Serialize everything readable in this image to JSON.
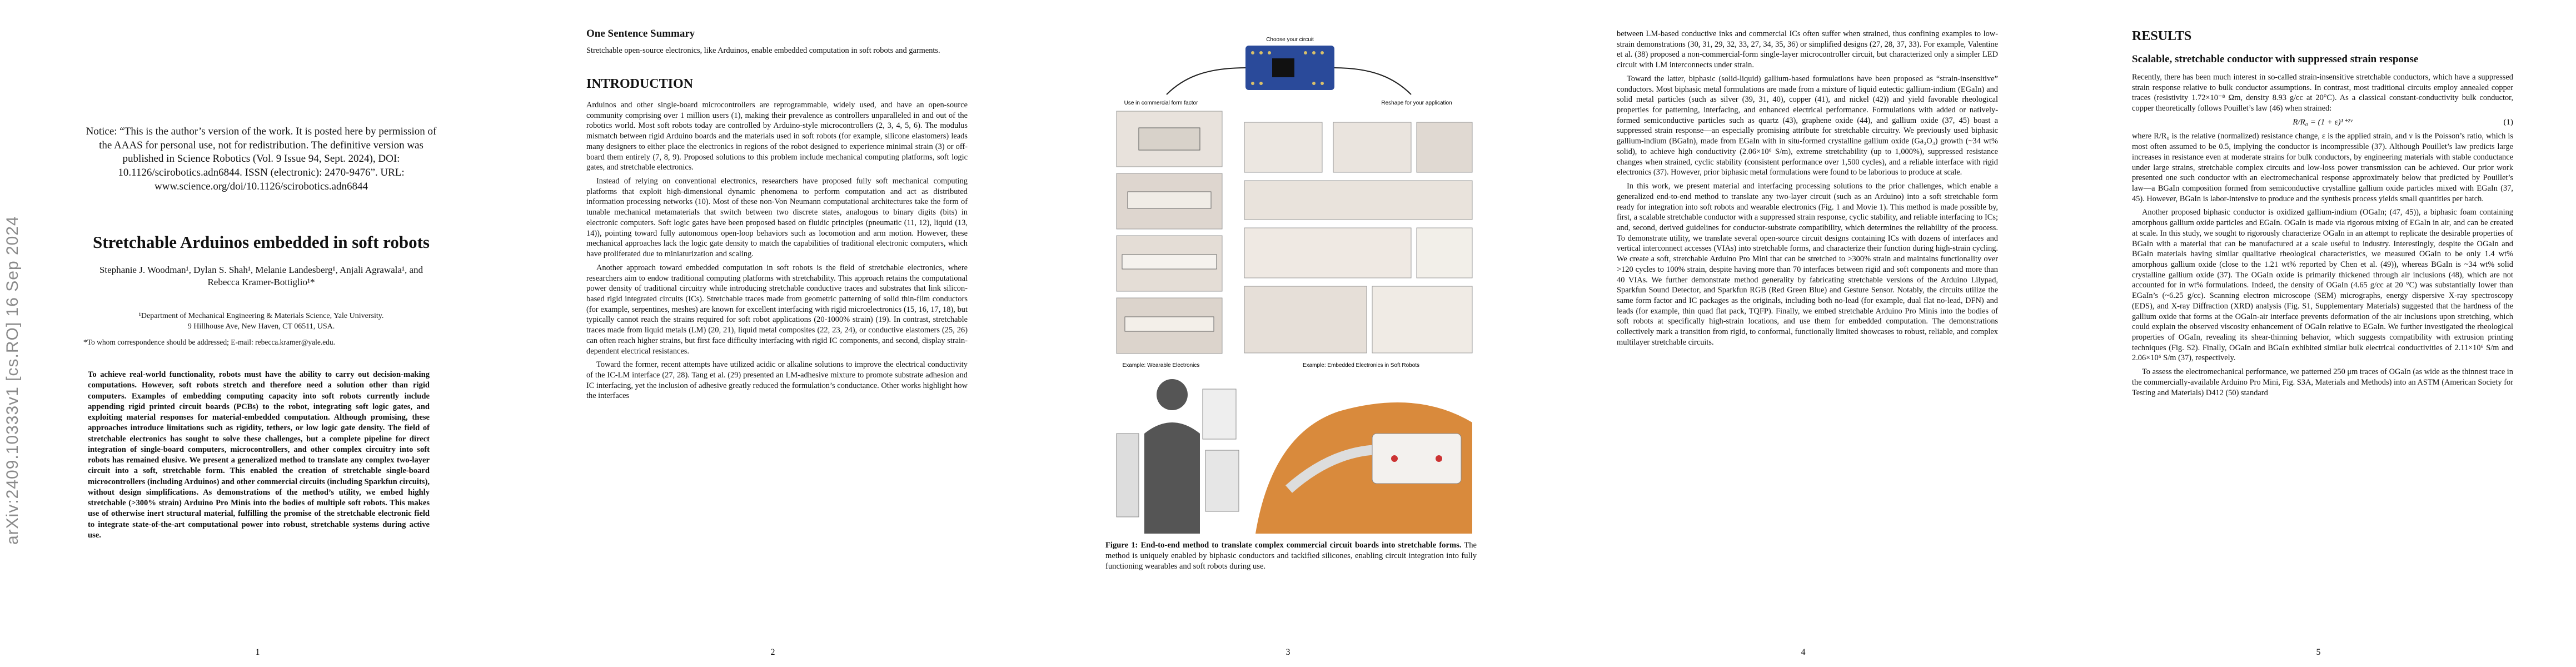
{
  "arxiv_stamp": "arXiv:2409.10333v1  [cs.RO]  16 Sep 2024",
  "page1": {
    "notice": "Notice: “This is the author’s version of the work. It is posted here by permission of the AAAS for personal use, not for redistribution. The definitive version was published in Science Robotics (Vol. 9 Issue 94, Sept. 2024), DOI: 10.1126/scirobotics.adn6844. ISSN (electronic): 2470-9476”. URL: www.science.org/doi/10.1126/scirobotics.adn6844",
    "title": "Stretchable Arduinos embedded in soft robots",
    "authors": "Stephanie J. Woodman¹, Dylan S. Shah¹, Melanie Landesberg¹, Anjali Agrawala¹, and Rebecca Kramer-Bottiglio¹*",
    "affiliation_1": "¹Department of Mechanical Engineering & Materials Science, Yale University.",
    "affiliation_2": "9 Hillhouse Ave, New Haven, CT 06511, USA.",
    "corresponding": "*To whom correspondence should be addressed; E-mail: rebecca.kramer@yale.edu.",
    "abstract": "To achieve real-world functionality, robots must have the ability to carry out decision-making computations. However, soft robots stretch and therefore need a solution other than rigid computers. Examples of embedding computing capacity into soft robots currently include appending rigid printed circuit boards (PCBs) to the robot, integrating soft logic gates, and exploiting material responses for material-embedded computation. Although promising, these approaches introduce limitations such as rigidity, tethers, or low logic gate density. The field of stretchable electronics has sought to solve these challenges, but a complete pipeline for direct integration of single-board computers, microcontrollers, and other complex circuitry into soft robots has remained elusive. We present a generalized method to translate any complex two-layer circuit into a soft, stretchable form. This enabled the creation of stretchable single-board microcontrollers (including Arduinos) and other commercial circuits (including Sparkfun circuits), without design simplifications. As demonstrations of the method’s utility, we embed highly stretchable (>300% strain) Arduino Pro Minis into the bodies of multiple soft robots. This makes use of otherwise inert structural material, fulfilling the promise of the stretchable electronic field to integrate state-of-the-art computational power into robust, stretchable systems during active use.",
    "page_number": "1"
  },
  "page2": {
    "summary_heading": "One Sentence Summary",
    "summary": "Stretchable open-source electronics, like Arduinos, enable embedded computation in soft robots and garments.",
    "intro_heading": "INTRODUCTION",
    "para1": "Arduinos and other single-board microcontrollers are reprogrammable, widely used, and have an open-source community comprising over 1 million users (1), making their prevalence as controllers unparalleled in and out of the robotics world. Most soft robots today are controlled by Arduino-style microcontrollers (2, 3, 4, 5, 6). The modulus mismatch between rigid Arduino boards and the materials used in soft robots (for example, silicone elastomers) leads many designers to either place the electronics in regions of the robot designed to experience minimal strain (3) or off-board them entirely (7, 8, 9). Proposed solutions to this problem include mechanical computing platforms, soft logic gates, and stretchable electronics.",
    "para2": "Instead of relying on conventional electronics, researchers have proposed fully soft mechanical computing platforms that exploit high-dimensional dynamic phenomena to perform computation and act as distributed information processing networks (10). Most of these non-Von Neumann computational architectures take the form of tunable mechanical metamaterials that switch between two discrete states, analogous to binary digits (bits) in electronic computers. Soft logic gates have been proposed based on fluidic principles (pneumatic (11, 12), liquid (13, 14)), pointing toward fully autonomous open-loop behaviors such as locomotion and arm motion. However, these mechanical approaches lack the logic gate density to match the capabilities of traditional electronic computers, which have proliferated due to miniaturization and scaling.",
    "para3": "Another approach toward embedded computation in soft robots is the field of stretchable electronics, where researchers aim to endow traditional computing platforms with stretchability. This approach retains the computational power density of traditional circuitry while introducing stretchable conductive traces and substrates that link silicon-based rigid integrated circuits (ICs). Stretchable traces made from geometric patterning of solid thin-film conductors (for example, serpentines, meshes) are known for excellent interfacing with rigid microelectronics (15, 16, 17, 18), but typically cannot reach the strains required for soft robot applications (20-1000% strain) (19). In contrast, stretchable traces made from liquid metals (LM) (20, 21), liquid metal composites (22, 23, 24), or conductive elastomers (25, 26) can often reach higher strains, but first face difficulty interfacing with rigid IC components, and second, display strain-dependent electrical resistances.",
    "para4": "Toward the former, recent attempts have utilized acidic or alkaline solutions to improve the electrical conductivity of the IC-LM interface (27, 28). Tang et al. (29) presented an LM-adhesive mixture to promote substrate adhesion and IC interfacing, yet the inclusion of adhesive greatly reduced the formulation’s conductance. Other works highlight how the interfaces",
    "page_number": "2"
  },
  "page3": {
    "figure_labels": {
      "choose": "Choose your circuit",
      "commercial": "Use in commercial form factor",
      "reshape": "Reshape for your application",
      "example_wearable": "Example: Wearable Electronics",
      "example_soft": "Example: Embedded Electronics in Soft Robots"
    },
    "caption_bold": "Figure 1: End-to-end method to translate complex commercial circuit boards into stretchable forms.",
    "caption_rest": " The method is uniquely enabled by biphasic conductors and tackified silicones, enabling circuit integration into fully functioning wearables and soft robots during use.",
    "page_number": "3"
  },
  "page4": {
    "para1": "between LM-based conductive inks and commercial ICs often suffer when strained, thus confining examples to low-strain demonstrations (30, 31, 29, 32, 33, 27, 34, 35, 36) or simplified designs (27, 28, 37, 33). For example, Valentine et al. (38) proposed a non-commercial-form single-layer microcontroller circuit, but characterized only a simpler LED circuit with LM interconnects under strain.",
    "para2": "Toward the latter, biphasic (solid-liquid) gallium-based formulations have been proposed as “strain-insensitive” conductors. Most biphasic metal formulations are made from a mixture of liquid eutectic gallium-indium (EGaIn) and solid metal particles (such as silver (39, 31, 40), copper (41), and nickel (42)) and yield favorable rheological properties for patterning, interfacing, and enhanced electrical performance. Formulations with added or natively-formed semiconductive particles such as quartz (43), graphene oxide (44), and gallium oxide (37, 45) boast a suppressed strain response—an especially promising attribute for stretchable circuitry. We previously used biphasic gallium-indium (BGaIn), made from EGaIn with in situ-formed crystalline gallium oxide (Ga₂O₃) growth (~34 wt% solid), to achieve high conductivity (2.06×10⁶ S/m), extreme stretchability (up to 1,000%), suppressed resistance changes when strained, cyclic stability (consistent performance over 1,500 cycles), and a reliable interface with rigid electronics (37). However, prior biphasic metal formulations were found to be laborious to produce at scale.",
    "para3": "In this work, we present material and interfacing processing solutions to the prior challenges, which enable a generalized end-to-end method to translate any two-layer circuit (such as an Arduino) into a soft stretchable form ready for integration into soft robots and wearable electronics (Fig. 1 and Movie 1). This method is made possible by, first, a scalable stretchable conductor with a suppressed strain response, cyclic stability, and reliable interfacing to ICs; and, second, derived guidelines for conductor-substrate compatibility, which determines the reliability of the process. To demonstrate utility, we translate several open-source circuit designs containing ICs with dozens of interfaces and vertical interconnect accesses (VIAs) into stretchable forms, and characterize their function during high-strain cycling. We create a soft, stretchable Arduino Pro Mini that can be stretched to >300% strain and maintains functionality over >120 cycles to 100% strain, despite having more than 70 interfaces between rigid and soft components and more than 40 VIAs. We further demonstrate method generality by fabricating stretchable versions of the Arduino Lilypad, Sparkfun Sound Detector, and Sparkfun RGB (Red Green Blue) and Gesture Sensor. Notably, the circuits utilize the same form factor and IC packages as the originals, including both no-lead (for example, dual flat no-lead, DFN) and leads (for example, thin quad flat pack, TQFP). Finally, we embed stretchable Arduino Pro Minis into the bodies of soft robots at specifically high-strain locations, and use them for embedded computation. The demonstrations collectively mark a transition from rigid, to conformal, functionally limited showcases to robust, reliable, and complex multilayer stretchable circuits.",
    "page_number": "4"
  },
  "page5": {
    "results_heading": "RESULTS",
    "sub_heading": "Scalable, stretchable conductor with suppressed strain response",
    "para1": "Recently, there has been much interest in so-called strain-insensitive stretchable conductors, which have a suppressed strain response relative to bulk conductor assumptions. In contrast, most traditional circuits employ annealed copper traces (resistivity 1.72×10⁻⁸ Ωm, density 8.93 g/cc at 20°C). As a classical constant-conductivity bulk conductor, copper theoretically follows Pouillet’s law (46) when strained:",
    "equation": "R/R₀ = (1 + ε)¹⁺²ᵛ",
    "equation_number": "(1)",
    "para2": "where R/R₀ is the relative (normalized) resistance change, ε is the applied strain, and ν is the Poisson’s ratio, which is most often assumed to be 0.5, implying the conductor is incompressible (37). Although Pouillet’s law predicts large increases in resistance even at moderate strains for bulk conductors, by engineering materials with stable conductance under large strains, stretchable complex circuits and low-loss power transmission can be achieved. Our prior work presented one such conductor with an electromechanical response approximately below that predicted by Pouillet’s law—a BGaIn composition formed from semiconductive crystalline gallium oxide particles mixed with EGaIn (37, 45). However, BGaIn is labor-intensive to produce and the synthesis process yields small quantities per batch.",
    "para3": "Another proposed biphasic conductor is oxidized gallium-indium (OGaIn; (47, 45)), a biphasic foam containing amorphous gallium oxide particles and EGaIn. OGaIn is made via rigorous mixing of EGaIn in air, and can be created at scale. In this study, we sought to rigorously characterize OGaIn in an attempt to replicate the desirable properties of BGaIn with a material that can be manufactured at a scale useful to industry. Interestingly, despite the OGaIn and BGaIn materials having similar qualitative rheological characteristics, we measured OGaIn to be only 1.4 wt% amorphous gallium oxide (close to the 1.21 wt% reported by Chen et al. (49)), whereas BGaIn is ~34 wt% solid crystalline gallium oxide (37). The OGaIn oxide is primarily thickened through air inclusions (48), which are not accounted for in wt% formulations. Indeed, the density of OGaIn (4.65 g/cc at 20 °C) was substantially lower than EGaIn’s (~6.25 g/cc). Scanning electron microscope (SEM) micrographs, energy dispersive X-ray spectroscopy (EDS), and X-ray Diffraction (XRD) analysis (Fig. S1, Supplementary Materials) suggested that the hardness of the gallium oxide that forms at the OGaIn-air interface prevents deformation of the air inclusions upon stretching, which could explain the observed viscosity enhancement of OGaIn relative to EGaIn. We further investigated the rheological properties of OGaIn, revealing its shear-thinning behavior, which suggests compatibility with extrusion printing techniques (Fig. S2). Finally, OGaIn and BGaIn exhibited similar bulk electrical conductivities of 2.11×10⁶ S/m and 2.06×10⁶ S/m (37), respectively.",
    "para4": "To assess the electromechanical performance, we patterned 250 μm traces of OGaIn (as wide as the thinnest trace in the commercially-available Arduino Pro Mini, Fig. S3A, Materials and Methods) into an ASTM (American Society for Testing and Materials) D412 (50) standard",
    "page_number": "5"
  }
}
